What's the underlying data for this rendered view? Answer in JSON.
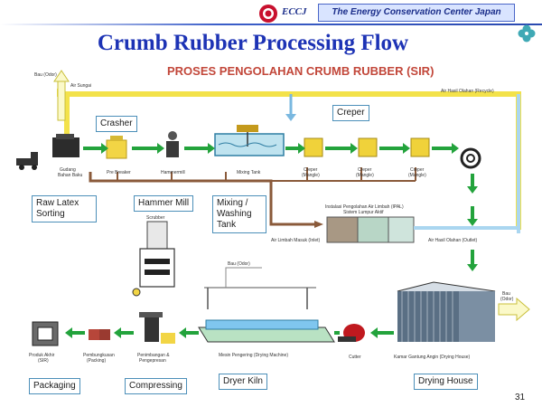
{
  "header": {
    "eccj": "ECCJ",
    "org_name": "The Energy Conservation Center Japan"
  },
  "title": "Crumb Rubber Processing Flow",
  "subtitle": "PROSES PENGOLAHAN CRUMB RUBBER (SIR)",
  "labels": {
    "crasher": "Crasher",
    "creper": "Creper",
    "raw_latex_sorting": "Raw Latex\nSorting",
    "hammer_mill": "Hammer Mill",
    "mixing_washing": "Mixing /\nWashing\nTank",
    "packaging": "Packaging",
    "compressing": "Compressing",
    "dryer_kiln": "Dryer Kiln",
    "drying_house": "Drying House"
  },
  "small_text": {
    "bau_odor_top": "Bau (Odor)",
    "air_sungai": "Air Sungai",
    "air_hasil_olahan_recycle": "Air Hasil Olahan (Recycle)",
    "gudang": "Gudang",
    "bahan_baku": "Bahan Baku",
    "pre_breaker": "Pre Breaker",
    "hammermill": "Hammermill",
    "mixing_tank": "Mixing Tank",
    "creper_1": "Creper",
    "creper_1_sub": "(Mangle)",
    "creper_2": "Creper",
    "creper_2_sub": "(Mangle)",
    "creper_3": "Creper",
    "creper_3_sub": "(Mangle)",
    "ipal_1": "Instalasi Pengolahan Air Limbah (IPAL)",
    "ipal_2": "Sistem Lumpur Aktif",
    "air_limbah_inlet": "Air Limbah Masuk (Inlet)",
    "air_hasil_outlet": "Air Hasil Olahan (Outlet)",
    "scrubber": "Scrubber",
    "bau_odor_mid": "Bau (Odor)",
    "bau_odor_right": "Bau",
    "bau_odor_right_2": "(Odor)",
    "produk_akhir": "Produk Akhir",
    "produk_akhir_sub": "(SIR)",
    "pembungkusan": "Pembungkusan",
    "pembungkusan_sub": "(Packing)",
    "penimbangan": "Penimbangan &",
    "penimbangan_sub": "Pengepresan",
    "mesin_pengering": "Mesin Pengering (Drying Machine)",
    "cutter": "Cutter",
    "kamar_gantung": "Kamar Gantung Angin (Drying House)"
  },
  "page_number": "31"
}
